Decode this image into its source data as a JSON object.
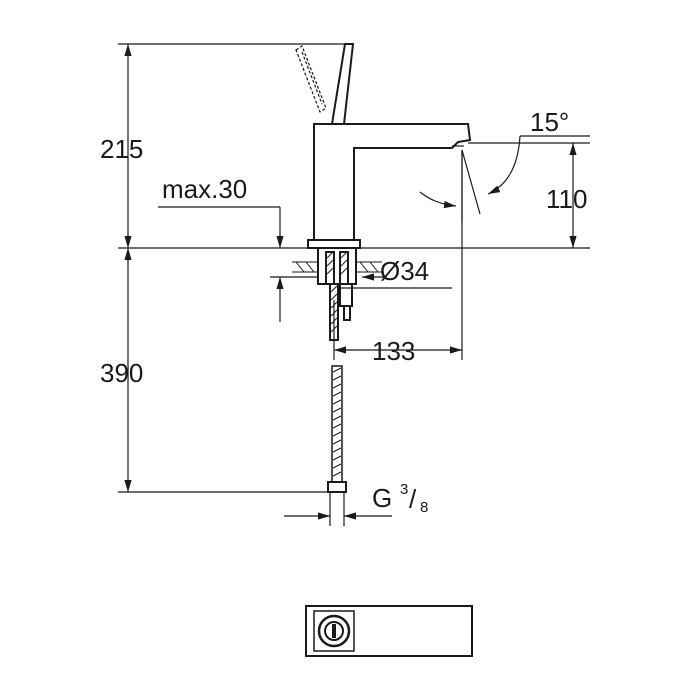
{
  "dimensions": {
    "height_above_deck": "215",
    "max_deck_thickness": "max.30",
    "spout_angle": "15°",
    "spout_height": "110",
    "hole_diameter": "Ø34",
    "spout_reach": "133",
    "hose_length": "390",
    "connection_base": "G",
    "connection_sup": "3",
    "connection_sub": "8",
    "connection_slash": "/"
  }
}
